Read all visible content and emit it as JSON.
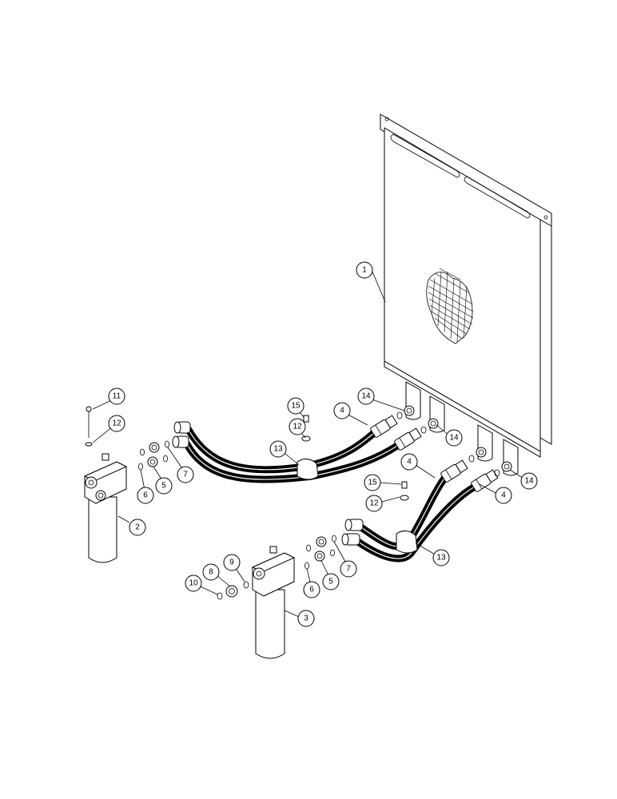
{
  "callouts": [
    {
      "id": "c1",
      "label": "1"
    },
    {
      "id": "c2",
      "label": "2"
    },
    {
      "id": "c3",
      "label": "3"
    },
    {
      "id": "c4a",
      "label": "4"
    },
    {
      "id": "c4b",
      "label": "4"
    },
    {
      "id": "c4c",
      "label": "4"
    },
    {
      "id": "c5a",
      "label": "5"
    },
    {
      "id": "c5b",
      "label": "5"
    },
    {
      "id": "c6a",
      "label": "6"
    },
    {
      "id": "c6b",
      "label": "6"
    },
    {
      "id": "c7a",
      "label": "7"
    },
    {
      "id": "c7b",
      "label": "7"
    },
    {
      "id": "c8",
      "label": "8"
    },
    {
      "id": "c9",
      "label": "9"
    },
    {
      "id": "c10",
      "label": "10"
    },
    {
      "id": "c11",
      "label": "11"
    },
    {
      "id": "c12a",
      "label": "12"
    },
    {
      "id": "c12b",
      "label": "12"
    },
    {
      "id": "c12c",
      "label": "12"
    },
    {
      "id": "c13a",
      "label": "13"
    },
    {
      "id": "c13b",
      "label": "13"
    },
    {
      "id": "c14a",
      "label": "14"
    },
    {
      "id": "c14b",
      "label": "14"
    },
    {
      "id": "c14c",
      "label": "14"
    },
    {
      "id": "c15a",
      "label": "15"
    },
    {
      "id": "c15b",
      "label": "15"
    }
  ]
}
